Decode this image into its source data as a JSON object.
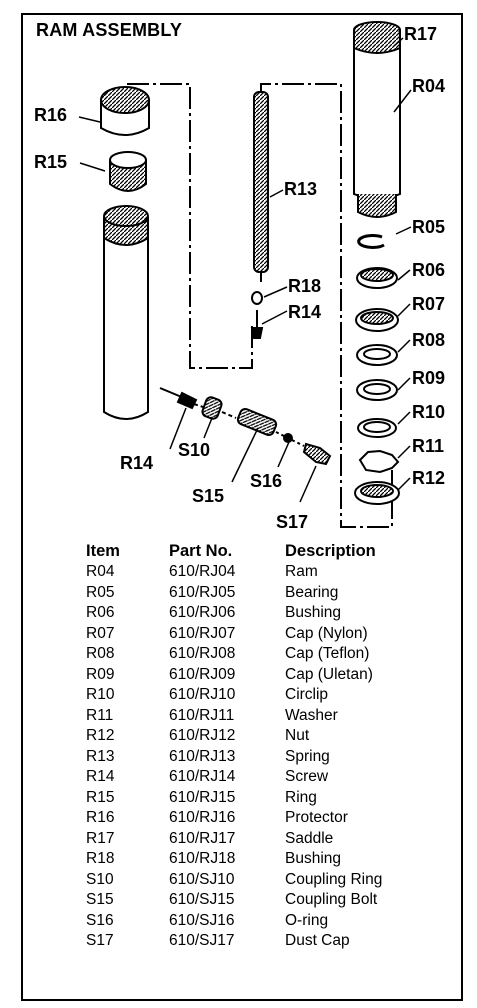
{
  "title": "RAM ASSEMBLY",
  "labels": {
    "R04": "R04",
    "R05": "R05",
    "R06": "R06",
    "R07": "R07",
    "R08": "R08",
    "R09": "R09",
    "R10": "R10",
    "R11": "R11",
    "R12": "R12",
    "R13": "R13",
    "R14a": "R14",
    "R14b": "R14",
    "R15": "R15",
    "R16": "R16",
    "R17": "R17",
    "R18": "R18",
    "S10": "S10",
    "S15": "S15",
    "S16": "S16",
    "S17": "S17"
  },
  "table": {
    "headers": {
      "item": "Item",
      "part_no": "Part No.",
      "description": "Description"
    },
    "rows": [
      {
        "item": "R04",
        "part_no": "610/RJ04",
        "description": "Ram"
      },
      {
        "item": "R05",
        "part_no": "610/RJ05",
        "description": "Bearing"
      },
      {
        "item": "R06",
        "part_no": "610/RJ06",
        "description": "Bushing"
      },
      {
        "item": "R07",
        "part_no": "610/RJ07",
        "description": "Cap (Nylon)"
      },
      {
        "item": "R08",
        "part_no": "610/RJ08",
        "description": "Cap (Teflon)"
      },
      {
        "item": "R09",
        "part_no": "610/RJ09",
        "description": "Cap (Uletan)"
      },
      {
        "item": "R10",
        "part_no": "610/RJ10",
        "description": "Circlip"
      },
      {
        "item": "R11",
        "part_no": "610/RJ11",
        "description": "Washer"
      },
      {
        "item": "R12",
        "part_no": "610/RJ12",
        "description": "Nut"
      },
      {
        "item": "R13",
        "part_no": "610/RJ13",
        "description": "Spring"
      },
      {
        "item": "R14",
        "part_no": "610/RJ14",
        "description": "Screw"
      },
      {
        "item": "R15",
        "part_no": "610/RJ15",
        "description": "Ring"
      },
      {
        "item": "R16",
        "part_no": "610/RJ16",
        "description": "Protector"
      },
      {
        "item": "R17",
        "part_no": "610/RJ17",
        "description": "Saddle"
      },
      {
        "item": "R18",
        "part_no": "610/RJ18",
        "description": "Bushing"
      },
      {
        "item": "S10",
        "part_no": "610/SJ10",
        "description": "Coupling Ring"
      },
      {
        "item": "S15",
        "part_no": "610/SJ15",
        "description": "Coupling Bolt"
      },
      {
        "item": "S16",
        "part_no": "610/SJ16",
        "description": "O-ring"
      },
      {
        "item": "S17",
        "part_no": "610/SJ17",
        "description": "Dust Cap"
      }
    ]
  }
}
